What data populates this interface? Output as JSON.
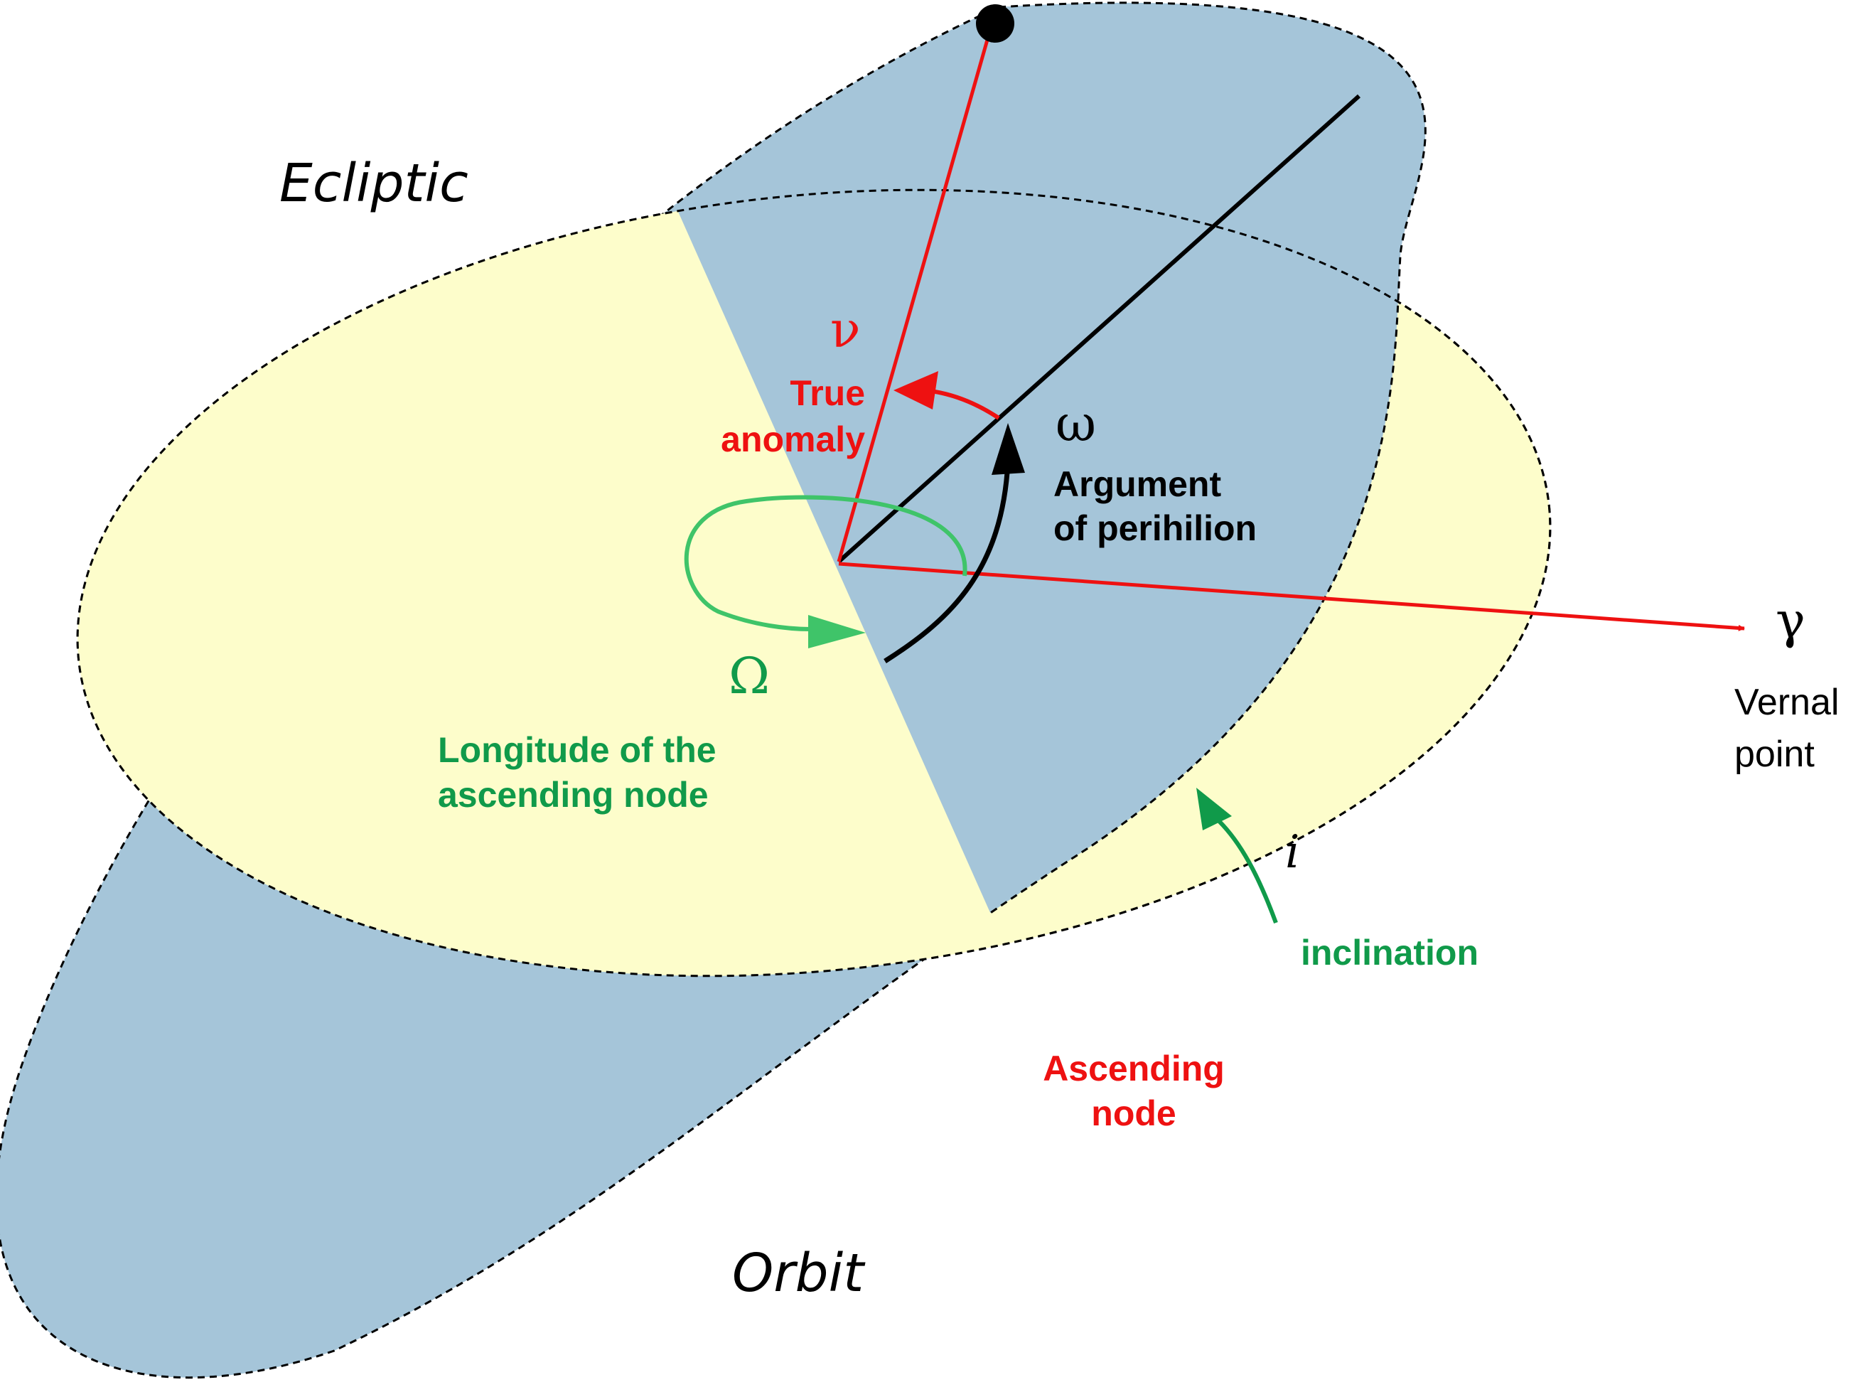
{
  "planes": {
    "ecliptic_label": "Ecliptic",
    "orbit_label": "Orbit"
  },
  "true_anomaly": {
    "symbol": "ν",
    "label_line1": "True",
    "label_line2": "anomaly"
  },
  "argument_of_perihelion": {
    "symbol": "ω",
    "label_line1": "Argument",
    "label_line2": "of perihilion"
  },
  "longitude_ascending_node": {
    "symbol": "Ω",
    "label_line1": "Longitude of the",
    "label_line2": "ascending node"
  },
  "vernal_point": {
    "symbol": "γ",
    "label_line1": "Vernal",
    "label_line2": "point"
  },
  "inclination": {
    "symbol": "i",
    "label": "inclination"
  },
  "ascending_node": {
    "label_line1": "Ascending",
    "label_line2": "node"
  },
  "colors": {
    "ecliptic_fill": "#fdfdcb",
    "orbit_fill": "#a5c5d9",
    "red": "#ee1111",
    "green_dark": "#109a4a",
    "green_light": "#3fc469",
    "black": "#000000"
  }
}
